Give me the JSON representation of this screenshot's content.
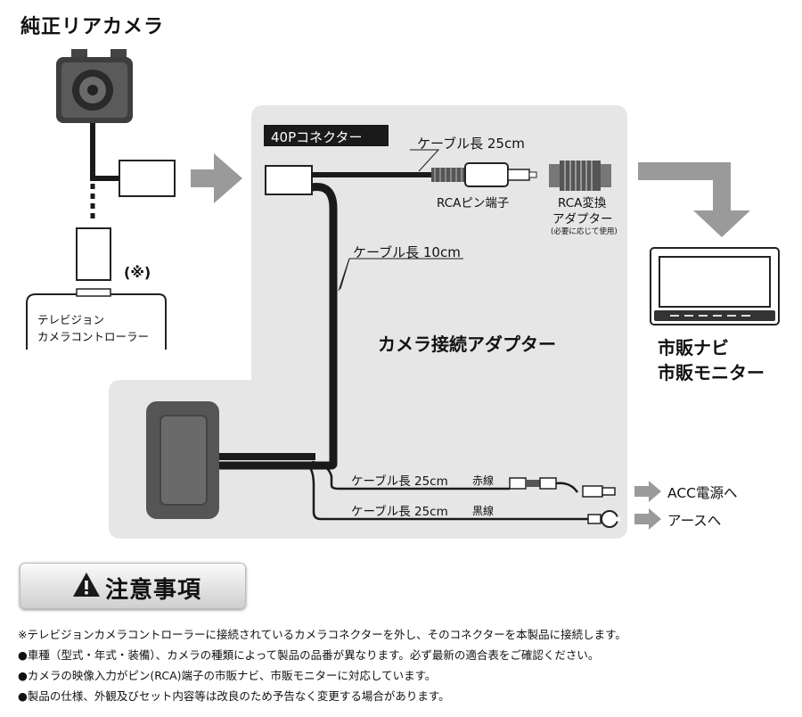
{
  "title": "純正リアカメラ",
  "labels": {
    "connector_40p": "40Pコネクター",
    "cable_25cm_top": "ケーブル長 25cm",
    "rca_pin": "RCAピン端子",
    "rca_adapter_line1": "RCA変換",
    "rca_adapter_line2": "アダプター",
    "rca_adapter_note": "(必要に応じて使用)",
    "cable_10cm": "ケーブル長 10cm",
    "camera_adapter": "カメラ接続アダプター",
    "tv_controller_line1": "テレビジョン",
    "tv_controller_line2": "カメラコントローラー",
    "note_mark": "(※)",
    "navi_line1": "市販ナビ",
    "navi_line2": "市販モニター",
    "cable_red_length": "ケーブル長 25cm",
    "cable_red_color": "赤線",
    "cable_black_length": "ケーブル長 25cm",
    "cable_black_color": "黒線",
    "acc_target": "ACC電源へ",
    "earth_target": "アースへ"
  },
  "caution": {
    "title": "注意事項",
    "notes": [
      "※テレビジョンカメラコントローラーに接続されているカメラコネクターを外し、そのコネクターを本製品に接続します。",
      "●車種（型式・年式・装備）、カメラの種類によって製品の品番が異なります。必ず最新の適合表をご確認ください。",
      "●カメラの映像入力がピン(RCA)端子の市販ナビ、市販モニターに対応しています。",
      "●製品の仕様、外観及びセット内容等は改良のため予告なく変更する場合があります。"
    ]
  },
  "colors": {
    "panel": "#e6e6e6",
    "arrow": "#9a9a9a",
    "device": "#555555",
    "cable": "#1a1a1a"
  }
}
